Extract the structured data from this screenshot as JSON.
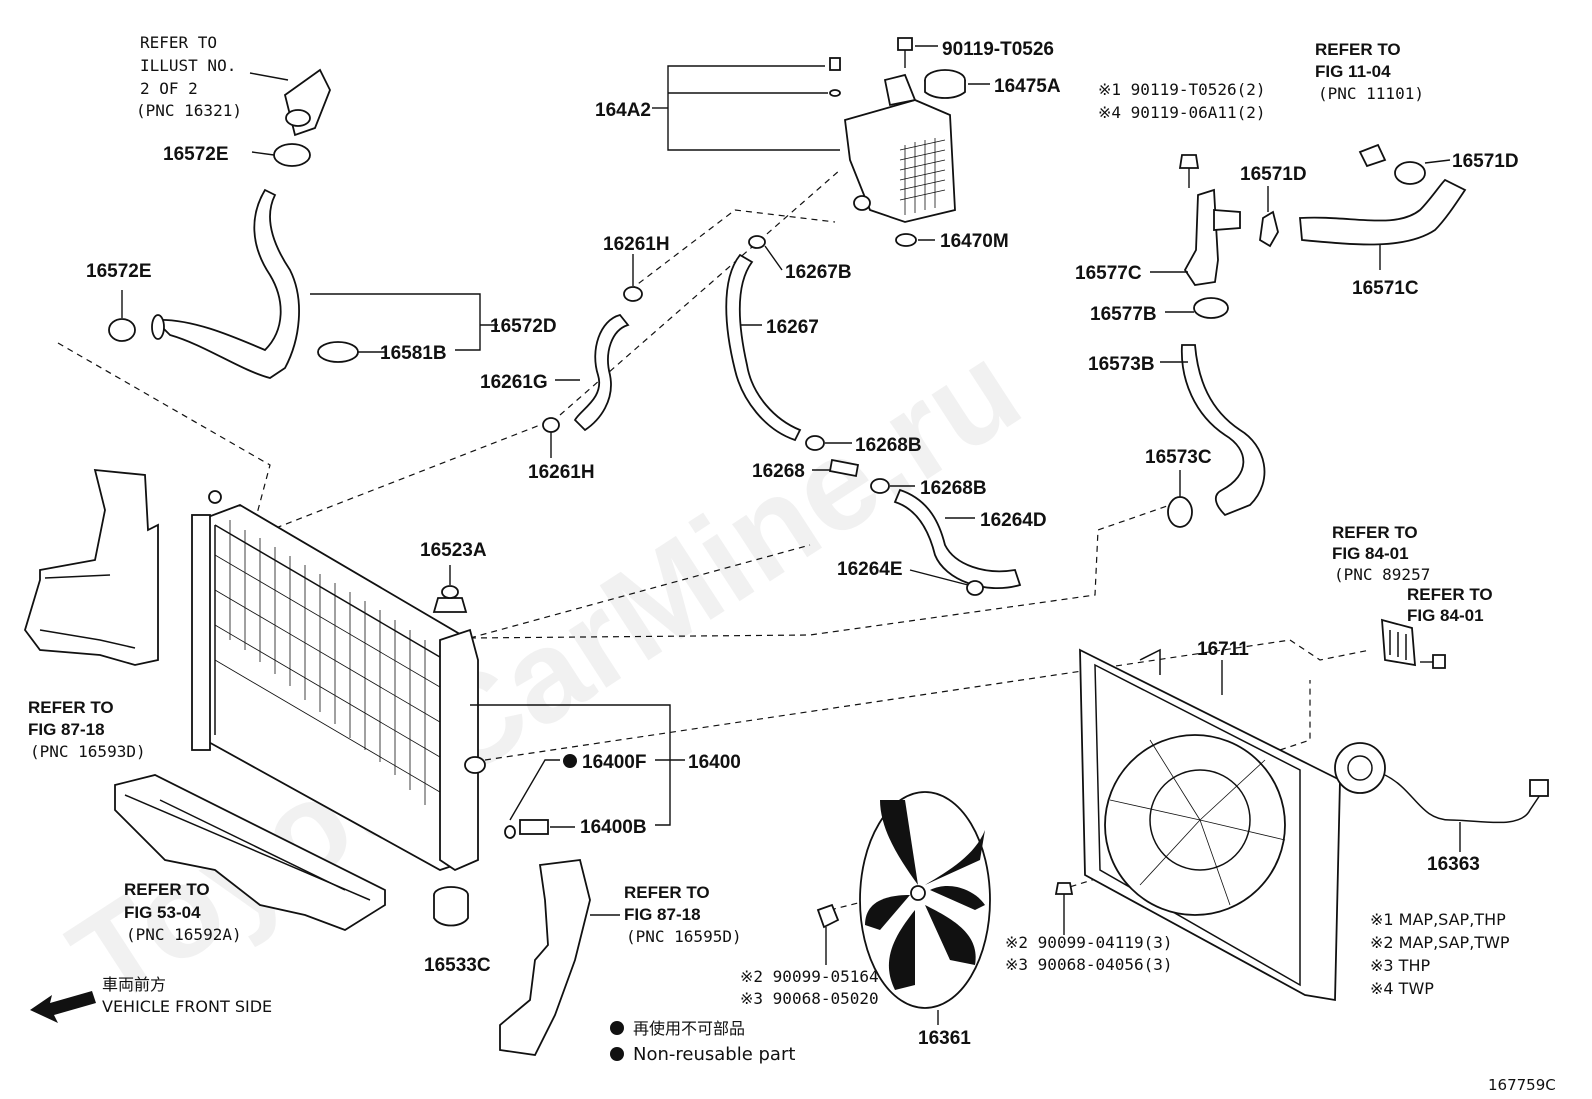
{
  "watermark": "ToyotaCarMine.ru",
  "figure_id": "167759C",
  "direction": {
    "label_jp": "車両前方",
    "label_en": "VEHICLE FRONT SIDE",
    "icon": "arrow-left-icon"
  },
  "legend": {
    "jp": "再使用不可部品",
    "en": "Non-reusable part",
    "icon": "filled-circle-icon"
  },
  "notes": [
    "※1 MAP,SAP,THP",
    "※2 MAP,SAP,TWP",
    "※3 THP",
    "※4 TWP"
  ],
  "references": {
    "top_left": [
      "REFER TO",
      "ILLUST NO.",
      "2 OF 2",
      "(PNC 16321)"
    ],
    "top_right": [
      "REFER TO",
      "FIG 11-04",
      "(PNC 11101)"
    ],
    "left_shroud": [
      "REFER TO",
      "FIG 87-18",
      "(PNC 16593D)"
    ],
    "bottom_left": [
      "REFER TO",
      "FIG 53-04",
      "(PNC 16592A)"
    ],
    "bottom_mid": [
      "REFER TO",
      "FIG 87-18",
      "(PNC 16595D)"
    ],
    "right_relay": [
      "REFER TO",
      "FIG 84-01",
      "(PNC 89257"
    ],
    "right_bolt": [
      "REFER TO",
      "FIG 84-01"
    ]
  },
  "parts": {
    "p90119_T0526": "90119-T0526",
    "p16475A": "16475A",
    "p164A2": "164A2",
    "p16470M": "16470M",
    "p16267B": "16267B",
    "p16261H_top": "16261H",
    "p16267": "16267",
    "p16261G": "16261G",
    "p16261H_bot": "16261H",
    "p16268B_top": "16268B",
    "p16268": "16268",
    "p16268B_bot": "16268B",
    "p16264D": "16264D",
    "p16264E": "16264E",
    "p16572E_top": "16572E",
    "p16572E_left": "16572E",
    "p16572D": "16572D",
    "p16581B": "16581B",
    "p16523A": "16523A",
    "p16400F": "16400F",
    "p16400": "16400",
    "p16400B": "16400B",
    "p16533C": "16533C",
    "p16711": "16711",
    "p16361": "16361",
    "p16363": "16363",
    "p16571D_left": "16571D",
    "p16571D_right": "16571D",
    "p16571C": "16571C",
    "p16577C": "16577C",
    "p16577B": "16577B",
    "p16573B": "16573B",
    "p16573C": "16573C"
  },
  "bolt_notes": {
    "tank_bolts": [
      "※1 90119-T0526(2)",
      "※4 90119-06A11(2)"
    ],
    "shroud_bolts": [
      "※2 90099-04119(3)",
      "※3 90068-04056(3)"
    ],
    "fan_nuts": [
      "※2 90099-05164",
      "※3 90068-05020"
    ]
  }
}
